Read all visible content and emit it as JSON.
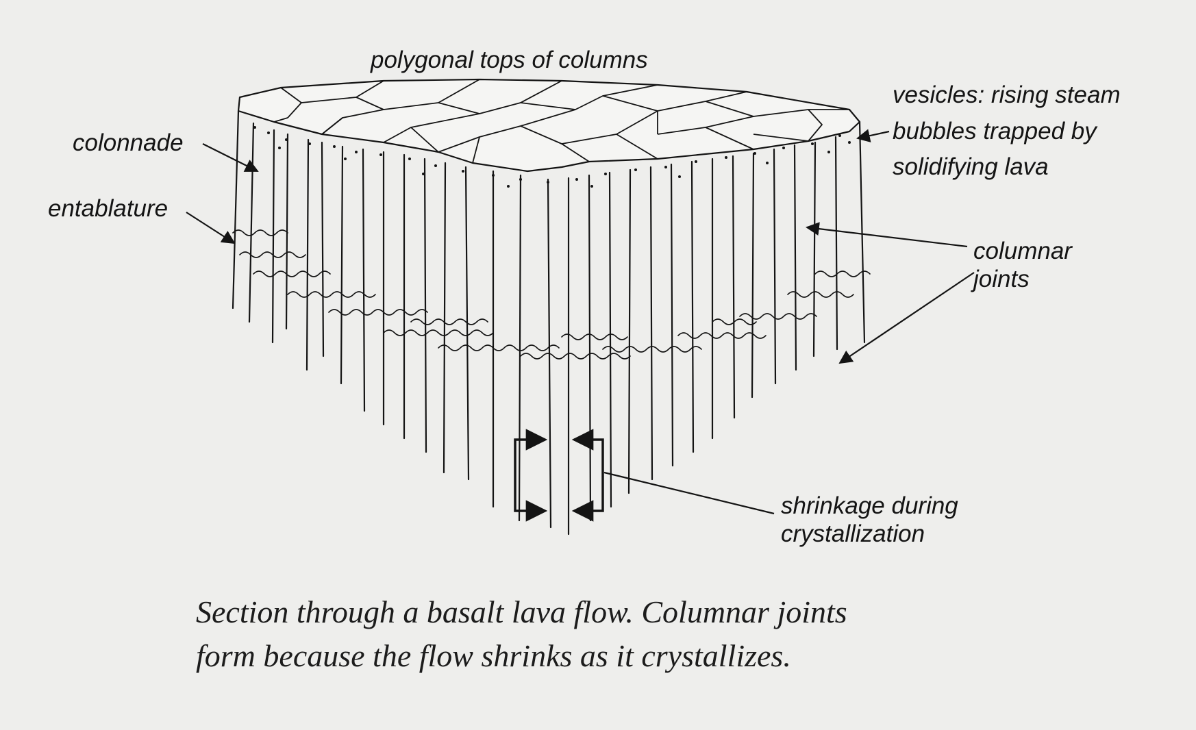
{
  "labels": {
    "tops": "polygonal tops of columns",
    "vesicles": [
      "vesicles: rising steam",
      "bubbles trapped by",
      "solidifying lava"
    ],
    "colonnade": "colonnade",
    "entablature": "entablature",
    "columnar_joints": [
      "columnar",
      "joints"
    ],
    "shrinkage": [
      "shrinkage during",
      "crystallization"
    ]
  },
  "caption": [
    "Section through a basalt lava flow. Columnar joints",
    "form because the flow shrinks as it crystallizes."
  ],
  "colors": {
    "background": "#eeeeec",
    "ink": "#141414"
  }
}
